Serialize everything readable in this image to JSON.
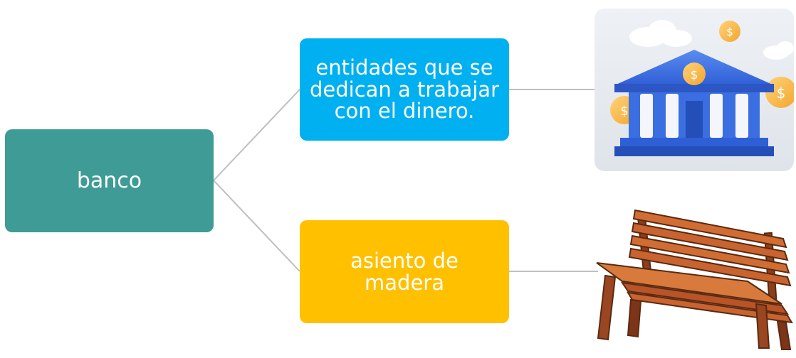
{
  "diagram": {
    "root": {
      "label": "banco",
      "color": "#3e9b96"
    },
    "meanings": [
      {
        "label": "entidades que se dedican a trabajar con el dinero.",
        "color": "#00b0f0",
        "image": "bank-building-icon"
      },
      {
        "label": "asiento de madera",
        "color": "#ffc000",
        "image": "wooden-bench-icon"
      }
    ],
    "connector_color": "#bfbfbf"
  }
}
